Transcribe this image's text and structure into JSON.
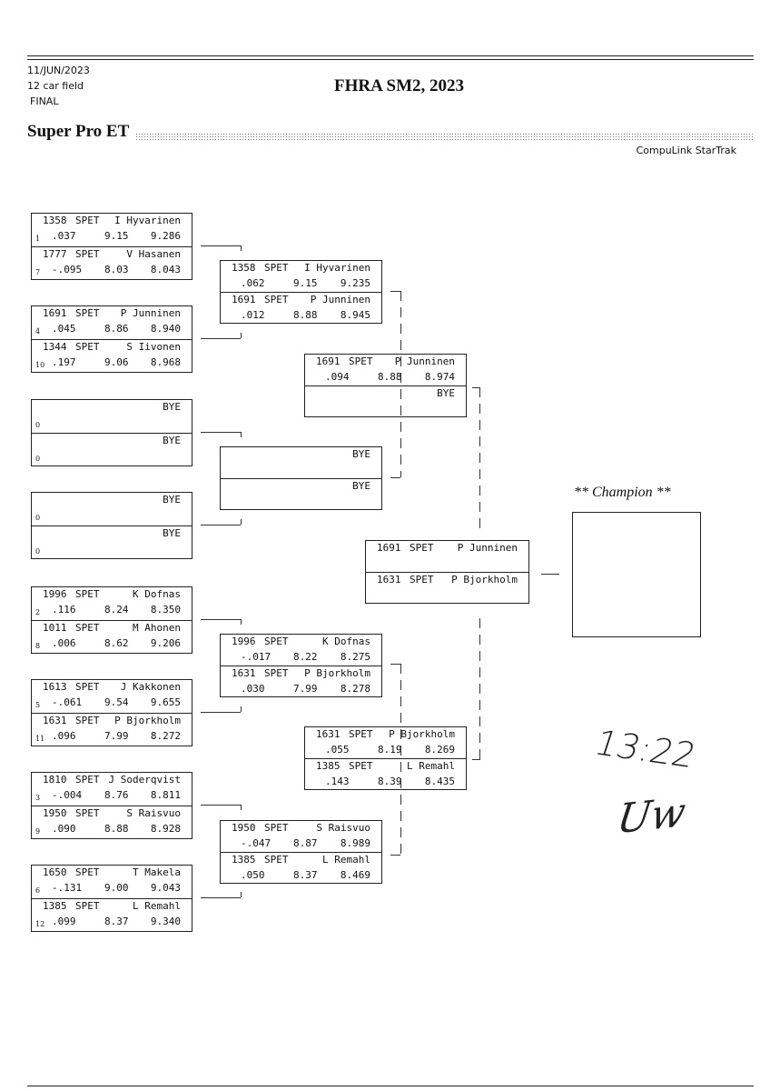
{
  "header": {
    "date": "11/JUN/2023",
    "field": "12 car field",
    "stage": "FINAL",
    "event": "FHRA SM2, 2023",
    "category": "Super Pro ET",
    "software": "CompuLink StarTrak"
  },
  "champion_label": "** Champion **",
  "handwriting": {
    "time": "13:22",
    "initials": "Uw"
  },
  "round1": [
    {
      "car": "1358",
      "class": "SPET",
      "name": "I Hyvarinen",
      "seed": "1",
      "rt": ".037",
      "dial": "9.15",
      "et": "9.286"
    },
    {
      "car": "1777",
      "class": "SPET",
      "name": "V Hasanen",
      "seed": "7",
      "rt": "-.095",
      "dial": "8.03",
      "et": "8.043"
    },
    {
      "car": "1691",
      "class": "SPET",
      "name": "P Junninen",
      "seed": "4",
      "rt": ".045",
      "dial": "8.86",
      "et": "8.940"
    },
    {
      "car": "1344",
      "class": "SPET",
      "name": "S Iivonen",
      "seed": "10",
      "rt": ".197",
      "dial": "9.06",
      "et": "8.968"
    },
    {
      "car": "",
      "class": "",
      "name": "BYE",
      "seed": "0",
      "rt": "",
      "dial": "",
      "et": ""
    },
    {
      "car": "",
      "class": "",
      "name": "BYE",
      "seed": "0",
      "rt": "",
      "dial": "",
      "et": ""
    },
    {
      "car": "",
      "class": "",
      "name": "BYE",
      "seed": "0",
      "rt": "",
      "dial": "",
      "et": ""
    },
    {
      "car": "",
      "class": "",
      "name": "BYE",
      "seed": "0",
      "rt": "",
      "dial": "",
      "et": ""
    },
    {
      "car": "1996",
      "class": "SPET",
      "name": "K Dofnas",
      "seed": "2",
      "rt": ".116",
      "dial": "8.24",
      "et": "8.350"
    },
    {
      "car": "1011",
      "class": "SPET",
      "name": "M Ahonen",
      "seed": "8",
      "rt": ".006",
      "dial": "8.62",
      "et": "9.206"
    },
    {
      "car": "1613",
      "class": "SPET",
      "name": "J Kakkonen",
      "seed": "5",
      "rt": "-.061",
      "dial": "9.54",
      "et": "9.655"
    },
    {
      "car": "1631",
      "class": "SPET",
      "name": "P Bjorkholm",
      "seed": "11",
      "rt": ".096",
      "dial": "7.99",
      "et": "8.272"
    },
    {
      "car": "1810",
      "class": "SPET",
      "name": "J Soderqvist",
      "seed": "3",
      "rt": "-.004",
      "dial": "8.76",
      "et": "8.811"
    },
    {
      "car": "1950",
      "class": "SPET",
      "name": "S Raisvuo",
      "seed": "9",
      "rt": ".090",
      "dial": "8.88",
      "et": "8.928"
    },
    {
      "car": "1650",
      "class": "SPET",
      "name": "T Makela",
      "seed": "6",
      "rt": "-.131",
      "dial": "9.00",
      "et": "9.043"
    },
    {
      "car": "1385",
      "class": "SPET",
      "name": "L Remahl",
      "seed": "12",
      "rt": ".099",
      "dial": "8.37",
      "et": "9.340"
    }
  ],
  "round2": [
    {
      "car": "1358",
      "class": "SPET",
      "name": "I Hyvarinen",
      "rt": ".062",
      "dial": "9.15",
      "et": "9.235"
    },
    {
      "car": "1691",
      "class": "SPET",
      "name": "P Junninen",
      "rt": ".012",
      "dial": "8.88",
      "et": "8.945"
    },
    {
      "car": "",
      "class": "",
      "name": "BYE",
      "rt": "",
      "dial": "",
      "et": ""
    },
    {
      "car": "",
      "class": "",
      "name": "BYE",
      "rt": "",
      "dial": "",
      "et": ""
    },
    {
      "car": "1996",
      "class": "SPET",
      "name": "K Dofnas",
      "rt": "-.017",
      "dial": "8.22",
      "et": "8.275"
    },
    {
      "car": "1631",
      "class": "SPET",
      "name": "P Bjorkholm",
      "rt": ".030",
      "dial": "7.99",
      "et": "8.278"
    },
    {
      "car": "1950",
      "class": "SPET",
      "name": "S Raisvuo",
      "rt": "-.047",
      "dial": "8.87",
      "et": "8.989"
    },
    {
      "car": "1385",
      "class": "SPET",
      "name": "L Remahl",
      "rt": ".050",
      "dial": "8.37",
      "et": "8.469"
    }
  ],
  "round3": [
    {
      "car": "1691",
      "class": "SPET",
      "name": "P Junninen",
      "rt": ".094",
      "dial": "8.88",
      "et": "8.974"
    },
    {
      "car": "",
      "class": "",
      "name": "BYE",
      "rt": "",
      "dial": "",
      "et": ""
    },
    {
      "car": "1631",
      "class": "SPET",
      "name": "P Bjorkholm",
      "rt": ".055",
      "dial": "8.19",
      "et": "8.269"
    },
    {
      "car": "1385",
      "class": "SPET",
      "name": "L Remahl",
      "rt": ".143",
      "dial": "8.39",
      "et": "8.435"
    }
  ],
  "final": [
    {
      "car": "1691",
      "class": "SPET",
      "name": "P Junninen",
      "rt": "",
      "dial": "",
      "et": ""
    },
    {
      "car": "1631",
      "class": "SPET",
      "name": "P Bjorkholm",
      "rt": "",
      "dial": "",
      "et": ""
    }
  ]
}
